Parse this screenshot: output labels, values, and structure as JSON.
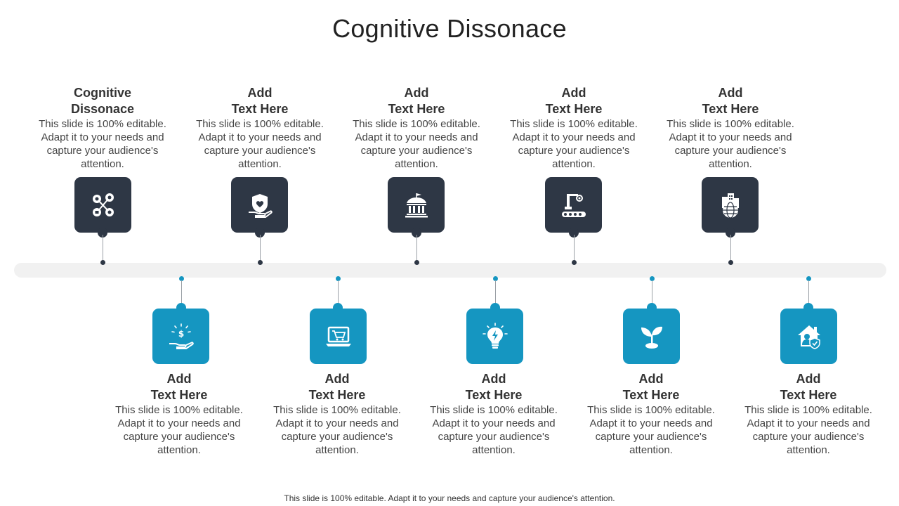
{
  "title": "Cognitive Dissonace",
  "footer": "This slide is 100% editable. Adapt it to your needs and capture your audience's attention.",
  "colors": {
    "dark": "#2e3745",
    "blue": "#1596c1",
    "track": "#f1f1f1"
  },
  "top_items": [
    {
      "line1": "Cognitive",
      "line2": "Dissonace",
      "desc": "This slide is 100% editable. Adapt it to your needs and capture your audience's attention.",
      "icon": "network-people-icon"
    },
    {
      "line1": "Add",
      "line2": "Text Here",
      "desc": "This slide is 100% editable. Adapt it to your needs and capture your audience's attention.",
      "icon": "hand-shield-heart-icon"
    },
    {
      "line1": "Add",
      "line2": "Text Here",
      "desc": "This slide is 100% editable. Adapt it to your needs and capture your audience's attention.",
      "icon": "government-building-icon"
    },
    {
      "line1": "Add",
      "line2": "Text Here",
      "desc": "This slide is 100% editable. Adapt it to your needs and capture your audience's attention.",
      "icon": "factory-conveyor-icon"
    },
    {
      "line1": "Add",
      "line2": "Text Here",
      "desc": "This slide is 100% editable. Adapt it to your needs and capture your audience's attention.",
      "icon": "city-globe-icon"
    }
  ],
  "bottom_items": [
    {
      "line1": "Add",
      "line2": "Text Here",
      "desc": "This slide is 100% editable. Adapt it to your needs and capture your audience's attention.",
      "icon": "hand-money-icon"
    },
    {
      "line1": "Add",
      "line2": "Text Here",
      "desc": "This slide is 100% editable. Adapt it to your needs and capture your audience's attention.",
      "icon": "laptop-cart-icon"
    },
    {
      "line1": "Add",
      "line2": "Text Here",
      "desc": "This slide is 100% editable. Adapt it to your needs and capture your audience's attention.",
      "icon": "lightbulb-icon"
    },
    {
      "line1": "Add",
      "line2": "Text Here",
      "desc": "This slide is 100% editable. Adapt it to your needs and capture your audience's attention.",
      "icon": "plant-sprout-icon"
    },
    {
      "line1": "Add",
      "line2": "Text Here",
      "desc": "This slide is 100% editable. Adapt it to your needs and capture your audience's attention.",
      "icon": "home-security-icon"
    }
  ]
}
